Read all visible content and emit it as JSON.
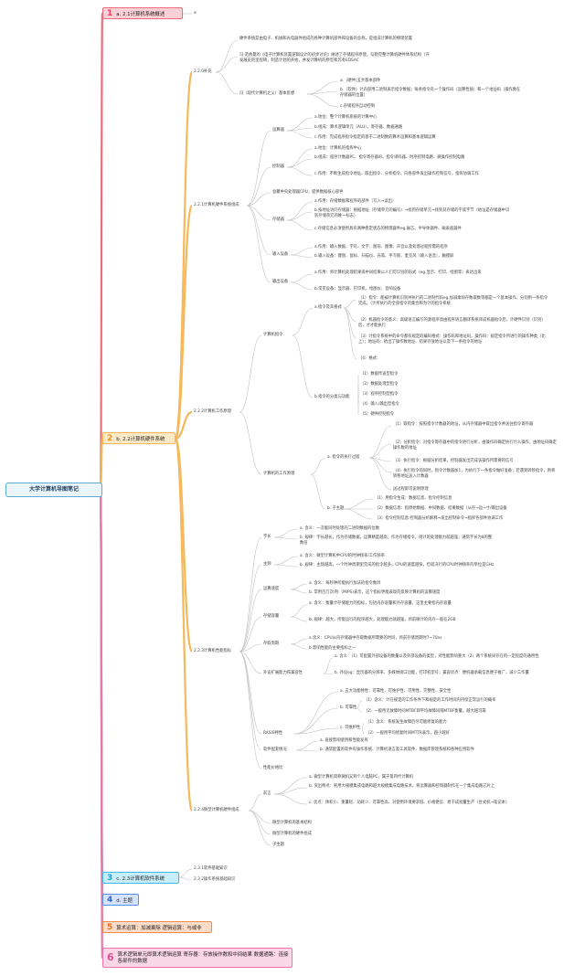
{
  "title": "大学计算机导图笔记",
  "chapters": {
    "c1": {
      "num": "1",
      "label": "a. 2.1计算机系统概述",
      "child": "a"
    },
    "c2": {
      "num": "2",
      "label": "b. 2.2计算机硬件系统"
    },
    "c3": {
      "num": "3",
      "label": "c. 2.3计算机软件系统",
      "children": [
        "2.3.1软件基础知识",
        "2.3.2操作系统基础知识"
      ]
    },
    "c4": {
      "num": "4",
      "label": "d. 主题"
    },
    "c5": {
      "num": "5",
      "label": "算术运算：加减乘除 逻辑运算：与或非"
    },
    "c6": {
      "num": "6",
      "label": "算术逻辑单元即算术逻辑运算 寄存器：存放操作数和中间结果 数据通路：连接各部件的数据"
    }
  },
  "s221": {
    "label": "2.2.0补充",
    "intro1": "硬件系统是由电子、机械和光电器件组成的各种计算机部件和设备的总称，是组成计算机的物理装置",
    "intro2": "冯·诺依曼的《电子计算机装置逻辑设计的初步讨论》阐述了存储程序原理，勾勒完整计算机硬件体系结构（许发展史的里程碑，制造计划的开始，并发计算机的原型和苏冬EDSAC",
    "fng_label": "冯（现代计算机之父）基本思想",
    "fng_items": [
      "a.（硬件)五大基本部件",
      "b.（软件）计内部用二进制表示指令数据；每条指令有一个操作码（运算性质）和一个地址码（操作数在存储器的位置）",
      "c.存储程序自动控制"
    ],
    "sys_label": "2.2.1计算机硬件系统组成",
    "ops_label": "运算器",
    "ops_items": [
      "a.地位：整个计算机系统的计算中心",
      "b.组成：算术逻辑单元（ALU），寄存器、数据通路",
      "c.作用：完成程序指令指定的基于二进制数的算术运算和基本逻辑运算"
    ],
    "ctl_label": "控制器",
    "ctl_items": [
      "a.地位：计算机的指挥中心",
      "b.组成：程序计数器PC、指令寄存器IR、指令译码器、时序控制电路、微操作控制电路",
      "c.作用：不断生成指令地址、取出指令、分析指令、向各部件发出操作控制信号，指挥协调工作"
    ],
    "cpu_label": "会聚中央处理器CPU，提供数据核心部件",
    "mem_label": "存储器",
    "mem_items": [
      "a.作用：存储数据和程序的部件（写入→读出）",
      "b.按地址访问存储器：根据地址（存储单元的编号）→找到存储单元→找到其存储的字或字节（地址是存储器中识别存储单元的唯一标志）",
      "c.存储信息必须使用具有两种稳定状态的物理器件eg.磁芯、半导体器件、磁表面器件"
    ],
    "in_label": "输入设备",
    "in_items": [
      "a.作用：输入数据、字符、文字、图形、图像、声音以及处理过程所需的程序",
      "b.输入设备：键盘、鼠标、扫描仪、光笔、手写板、麦克风（输入语音），触摸屏"
    ],
    "out_label": "输出设备",
    "out_items": [
      "a.作用：将计算机处理结果或中间结果以人们可识别的形式（eg.显示、打印、绘图等）表达出来",
      "b.常见设备：显示器、打印机、绘图仪、音响设备"
    ]
  },
  "s222": {
    "label": "2.2.2计算机工作原理",
    "cmd_label": "计算机指令",
    "a_label": "a.指令及其格式",
    "a_items": [
      "（1）指令：能被计算机识别并执行的二进制代码eg.加减乘除存数取数等都是一个基本操作，分别用一条指令完成。（计所执行的全部指令的集合称为计的指令系统",
      "（2）机器指令的意义：高级语言编写的源程序须由程序语言翻译系统译成机器指令后，计硬件识别（识别）后，才才能执行",
      "（3）计指令系统中的命令都有规定的编码格式：操作码和地址码，操作码：规定指令所进行的操作种类（比上）；地址码：给出了操作数地址、结果存放地址以及下一条指令的地址",
      "（4）格式："
    ],
    "b_label": "b.指令的分类与功能",
    "b_items": [
      "（1）数据传送型指令",
      "（2）数据处理型指令",
      "（3）程序控制型指令",
      "（4）输入/输出型指令",
      "（5）硬件控制指令"
    ],
    "work_label": "计算机的工作原理",
    "exec_label": "a. 指令的执行过程",
    "exec_items": [
      "（1）取指令：按照指令计数器的地址，从内存储器中取出指令并送往指令寄存器",
      "（2）分析指令：对指令寄存器中的指令进行分析，由操作码确定执行什么操作，由地址码确定操作数的地址",
      "（3）执行指令：根据分析结果，控制器发出完成该操作所需要的信号",
      "（4）执行指令的同时，指令计数器加1，为执行下一条指令做好准备；若遇到转移指令，则将转移地址送入计数器",
      "送过程即可说明原理"
    ],
    "sub_label": "b. 子主题",
    "sub_items": [
      "（1）用指令生成：数据信息、指令控制信息",
      "（2）数据信息：指原始数据、中间数据、结果数据（从存→运→寸/输出设备",
      "（3）指令控制信息:控制器分析解释→发出控制命令→指挥各部件协调工作"
    ]
  },
  "s223": {
    "label": "2.2.3计算机性能指标",
    "word_label": "字长",
    "word_items": [
      "a. 含义：一次能同时处理的二进制数据的位数",
      "b. 规律：字长越长，作为存储数据，运算精度越高；作为存储指令，则计的处理能力就越强；通常字长为8的整数倍"
    ],
    "freq_label": "主频",
    "freq_items": [
      "a. 含义：微型计算机中CPU的时钟频率/工作频率",
      "b. 规律：主频越高，一个时钟周期里完成的指令越多，CPU的速度越快，但就决行的CPU时钟频率的单位是GHz"
    ],
    "speed_label": "运算速度",
    "speed_items": [
      "a. 含义：每秒钟所能执行加法的指令数目",
      "b. 常用百万次/秒（MIPS)表示，这个指标更能表现的反映计算机的运算速度"
    ],
    "cap_label": "存储容量",
    "cap_items": [
      "a. 含义：衡量计存储能力的指标，包括内存容量和外存容量，这里主要指内存容量",
      "b. 规律：越大，所能运行的程序越大，处理能力就越强，目前微计的内存一般在2GB"
    ],
    "cycle_label": "存取周期",
    "cycle_items": [
      "a.含义：CPU从内存储器中存取数据所需要的时间，目前存储周期时7~70ns",
      "b.影响性能的主要指标之一"
    ],
    "ext_label": "外设扩展能力和兼容性",
    "ext_items": [
      "a. 含义：（1）可配置外部设备的数量以及外部设备的类型，对性能影响重大（2）两个系统间存在的一定程度的通用性",
      "b. 外设eg：显示器的分辨率、多媒体接口功能，打印机型号；兼容优点：便机器承载信息便于推广，减少工作量"
    ],
    "ras_label": "RASIS特性",
    "ras_a": "a. 五大功能特性：可靠性、可维护性、可用性、完整性、安全性",
    "ras_b_label": "b. 可靠性",
    "ras_b_items": [
      "（1）含义：计在规定的工作条件下和规定的工作时间内持续正常运行的概率",
      "（2）一般用无故障时间MTBF即平均故障间隔MTBF衡量，越大越可靠"
    ],
    "ras_c_label": "c. 可维护性",
    "ras_c_items": [
      "（1）含义：系统发生故障后尽可能修复的能力",
      "（2）一般用平均修复时间MTTR表示，越小越好"
    ],
    "sw_label": "软件配套情况",
    "sw_items": [
      "a. 直接影响使用和性能发挥",
      "b. 通常配置的软件有操作系统、计算机语言及工具软件、数据库管理系统和各种应用软件"
    ],
    "ratio_label": "性能价格比"
  },
  "s224": {
    "label": "2.2.4微型计算机硬件组成",
    "intro_label": "前言",
    "intro_items": [
      "a. 微型计算机简称微机又称个人电脑PC，属于第四代计算机",
      "b. 突出特点：利用大规模集成电路和超大规模集成电路技术，将运算器和控制器制作在一个集成电路芯片上",
      "c. 优点：体积小、重量轻、功耗少、可靠性高、对使用环境要求低、价格便宜、易于成批量生产（台式机→笔记本）"
    ],
    "leaves": [
      "微型计算机的基本结构",
      "微型计算机的硬件组成",
      "子主题"
    ]
  },
  "colors": {
    "c1": "#ee6b7c",
    "c2": "#f5b85a",
    "c3": "#3cbbe8",
    "c4": "#5a8fe3",
    "c5": "#f08d4e",
    "c6": "#ea76ac",
    "wire": "#bbbbbb"
  }
}
